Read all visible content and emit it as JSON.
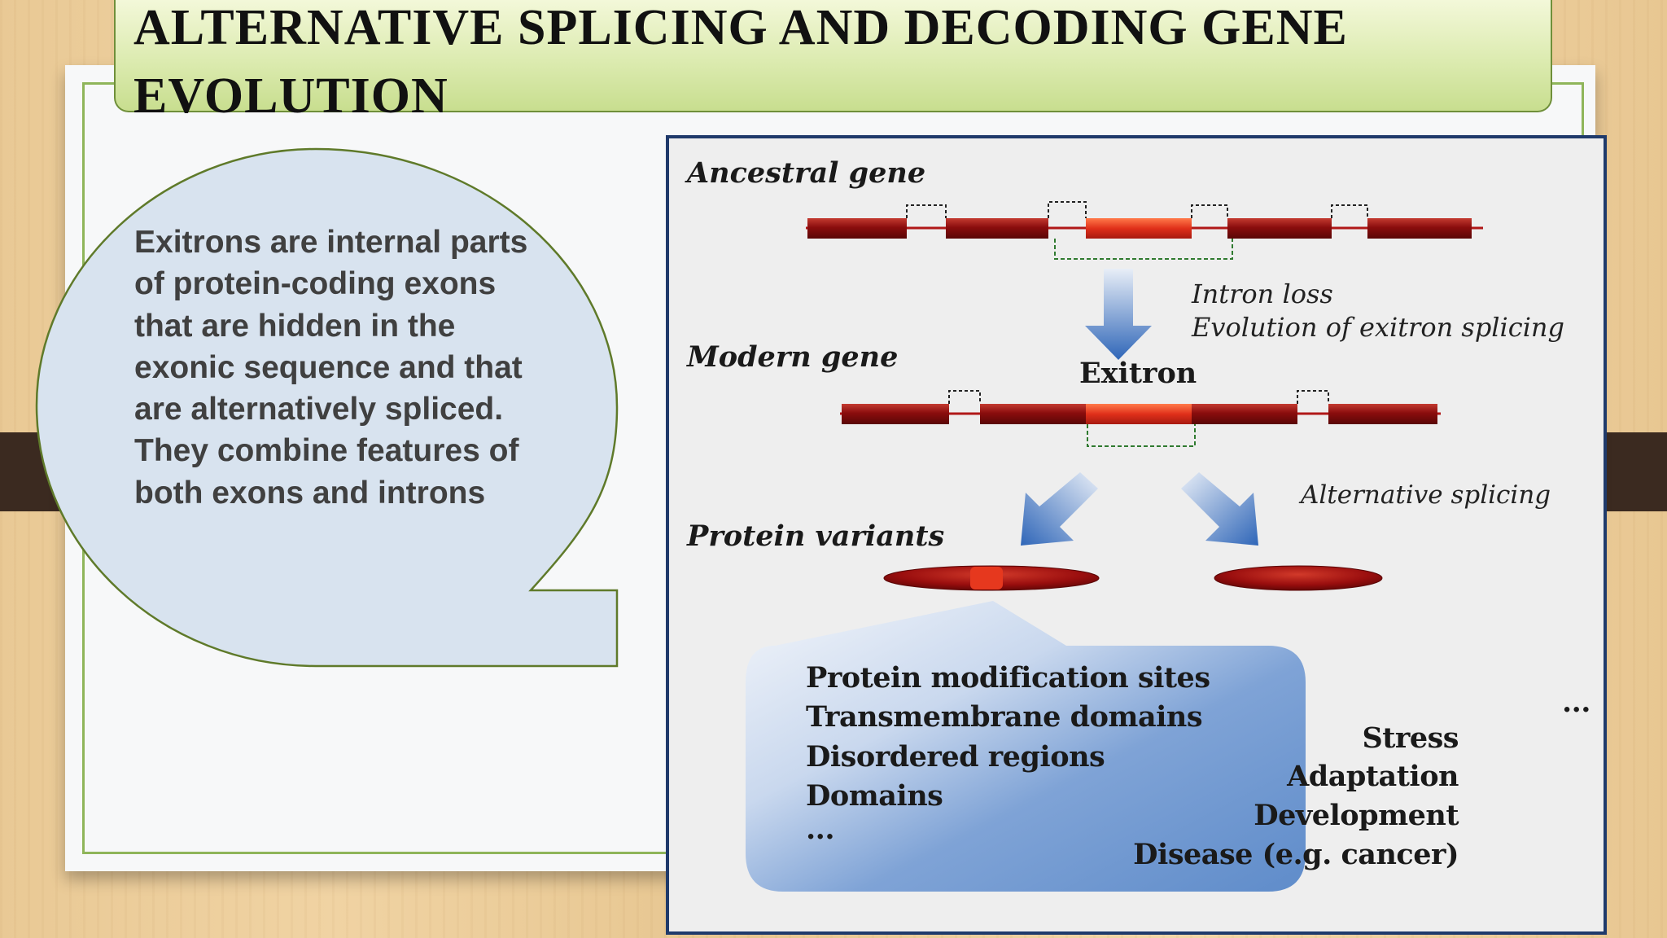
{
  "slide": {
    "title": "ALTERNATIVE SPLICING AND DECODING GENE EVOLUTION",
    "bubble_text": "Exitrons are internal parts of protein-coding exons that are hidden in the exonic sequence and that are alternatively spliced. They combine features of both exons and introns"
  },
  "figure": {
    "ancestral_gene_label": "Ancestral gene",
    "intron_loss_label": "Intron loss",
    "exitron_splicing_label": "Evolution of exitron splicing",
    "modern_gene_label": "Modern gene",
    "exitron_label": "Exitron",
    "alternative_splicing_label": "Alternative splicing",
    "protein_variants_label": "Protein variants",
    "features_left": [
      "Protein modification sites",
      "Transmembrane domains",
      "Disordered regions",
      "Domains",
      "..."
    ],
    "features_right": [
      "...",
      "Stress",
      "Adaptation",
      "Development",
      "Disease (e.g. cancer)"
    ]
  },
  "colors": {
    "title_bar": "#dcebb0",
    "frame_green": "#8fb55a",
    "bubble_fill": "#d8e3ef",
    "exon_red": "#9b1010",
    "exitron_red": "#e23a1a",
    "figure_border": "#1f3a6b",
    "callout_blue": "#6f96cc"
  }
}
